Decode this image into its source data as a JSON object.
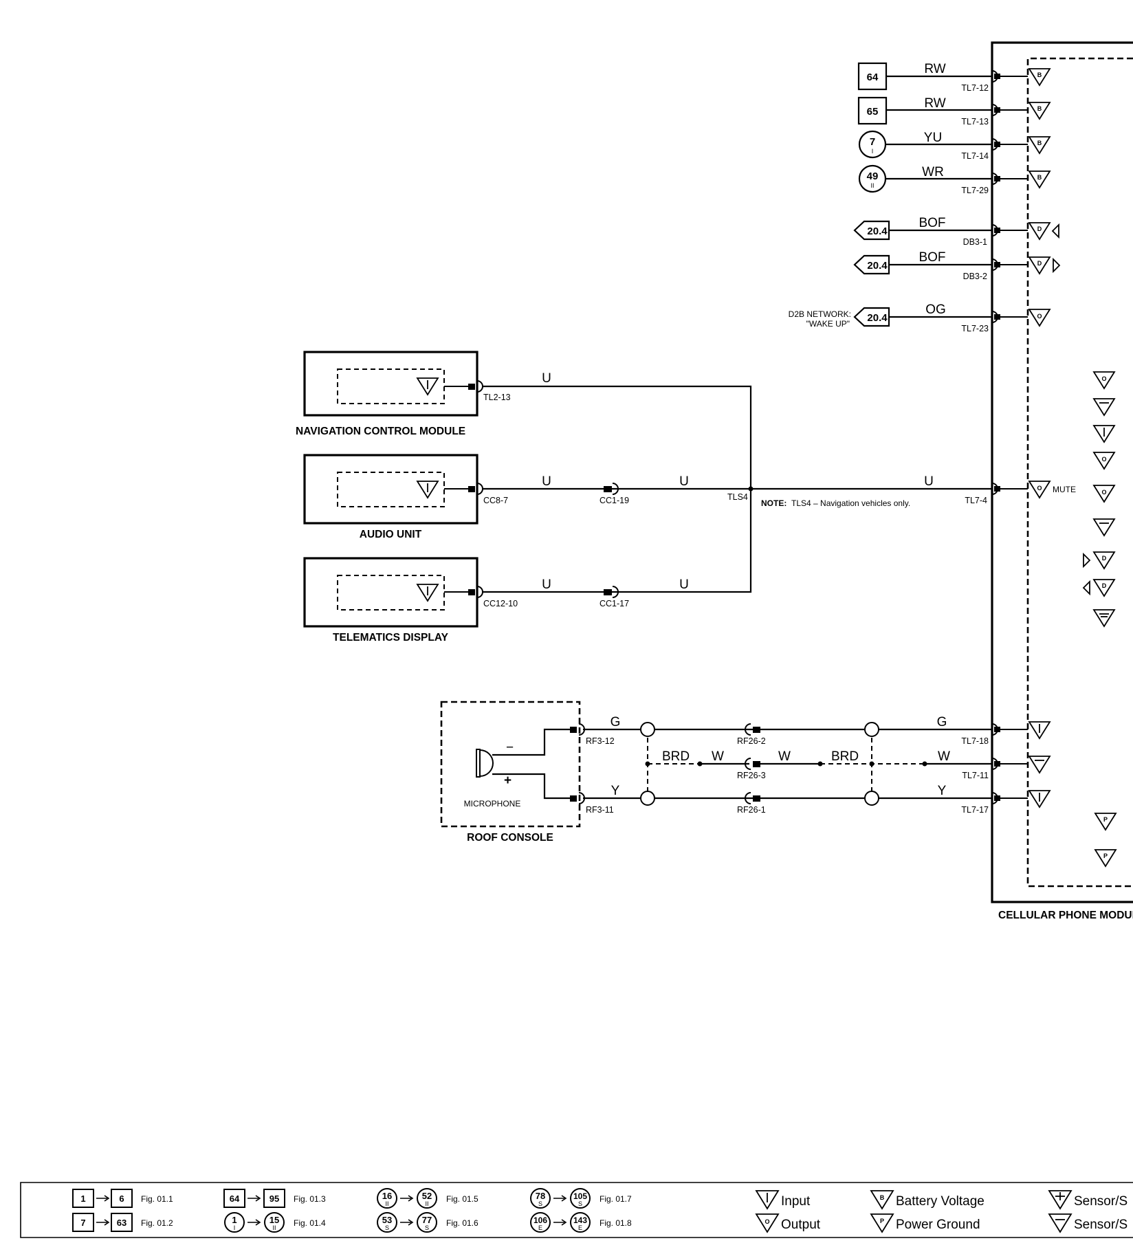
{
  "modules": {
    "nav": "NAVIGATION CONTROL MODULE",
    "audio": "AUDIO UNIT",
    "telematics": "TELEMATICS DISPLAY",
    "roof": "ROOF CONSOLE",
    "microphone": "MICROPHONE",
    "cellular": "CELLULAR PHONE MODULE"
  },
  "right_inputs": [
    {
      "ref": "64",
      "ref_type": "square",
      "color": "RW",
      "pin": "TL7-12",
      "symbol": "B"
    },
    {
      "ref": "65",
      "ref_type": "square",
      "color": "RW",
      "pin": "TL7-13",
      "symbol": "B"
    },
    {
      "ref": "7",
      "ref_sub": "I",
      "ref_type": "circle",
      "color": "YU",
      "pin": "TL7-14",
      "symbol": "B"
    },
    {
      "ref": "49",
      "ref_sub": "II",
      "ref_type": "circle",
      "color": "WR",
      "pin": "TL7-29",
      "symbol": "B"
    },
    {
      "ref": "20.4",
      "ref_type": "arrow",
      "color": "BOF",
      "pin": "DB3-1",
      "symbol": "D"
    },
    {
      "ref": "20.4",
      "ref_type": "arrow",
      "color": "BOF",
      "pin": "DB3-2",
      "symbol": "D"
    },
    {
      "ref": "20.4",
      "ref_type": "arrow",
      "color": "OG",
      "pin": "TL7-23",
      "symbol": "O"
    }
  ],
  "d2b_note": [
    "D2B NETWORK:",
    "\"WAKE UP\""
  ],
  "mute_circuit": {
    "nav_pin": "TL2-13",
    "audio_pin": "CC8-7",
    "telematics_pin": "CC12-10",
    "inline1": "CC1-19",
    "inline2": "CC1-17",
    "splice": "TLS4",
    "module_pin": "TL7-4",
    "wire_color": "U",
    "mute_label": "MUTE",
    "note_bold": "NOTE:",
    "note_text": "TLS4 – Navigation vehicles only."
  },
  "mic_circuit": {
    "pins_left": [
      "RF3-12",
      "RF3-11"
    ],
    "inline": [
      "RF26-2",
      "RF26-3",
      "RF26-1"
    ],
    "pins_right": [
      "TL7-18",
      "TL7-11",
      "TL7-17"
    ],
    "colors": {
      "g": "G",
      "w": "W",
      "y": "Y",
      "brd": "BRD"
    },
    "minus": "−",
    "plus": "+"
  },
  "legend": {
    "ranges": [
      {
        "from": "1",
        "to": "6",
        "fig": "Fig. 01.1"
      },
      {
        "from": "7",
        "to": "63",
        "fig": "Fig. 01.2"
      },
      {
        "from": "64",
        "to": "95",
        "fig": "Fig. 01.3"
      },
      {
        "from": "1",
        "from_sub": "I",
        "to": "15",
        "to_sub": "II",
        "fig": "Fig. 01.4"
      },
      {
        "from": "16",
        "from_sub": "II",
        "to": "52",
        "to_sub": "II",
        "fig": "Fig. 01.5"
      },
      {
        "from": "53",
        "from_sub": "S",
        "to": "77",
        "to_sub": "S",
        "fig": "Fig. 01.6"
      },
      {
        "from": "78",
        "from_sub": "S",
        "to": "105",
        "to_sub": "S",
        "fig": "Fig. 01.7"
      },
      {
        "from": "106",
        "from_sub": "E",
        "to": "143",
        "to_sub": "E",
        "fig": "Fig. 01.8"
      }
    ],
    "symbols": {
      "input": "Input",
      "output": "Output",
      "battery": "Battery Voltage",
      "power_ground": "Power Ground",
      "sensor_supply": "Sensor/S",
      "sensor_ground": "Sensor/S"
    }
  }
}
